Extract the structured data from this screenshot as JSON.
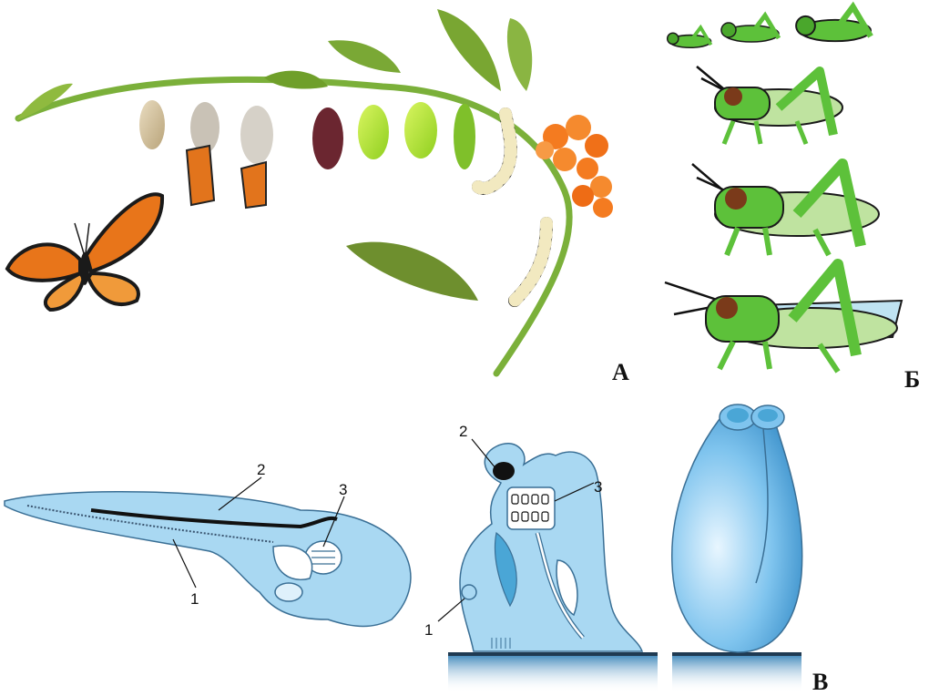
{
  "panels": {
    "a": {
      "letter": "А"
    },
    "b": {
      "letter": "Б"
    },
    "c": {
      "letter": "В"
    }
  },
  "labels": {
    "tadpole": [
      "1",
      "2",
      "3"
    ],
    "ascidian": [
      "1",
      "2",
      "3"
    ]
  },
  "colors": {
    "body_blue": "#a9d8f2",
    "outline_blue": "#3a6f95",
    "grass_green": "#5dc13a",
    "dark_green": "#2f8a1e",
    "wing_blue": "#bfe3f2",
    "monarch_orange": "#e8751a",
    "milkweed_flower": "#f47b20",
    "leaf_green": "#6a9a2a"
  },
  "icons": [
    "butterfly",
    "chrysalis",
    "caterpillar",
    "grasshopper",
    "tadpole-larva",
    "ascidian"
  ]
}
